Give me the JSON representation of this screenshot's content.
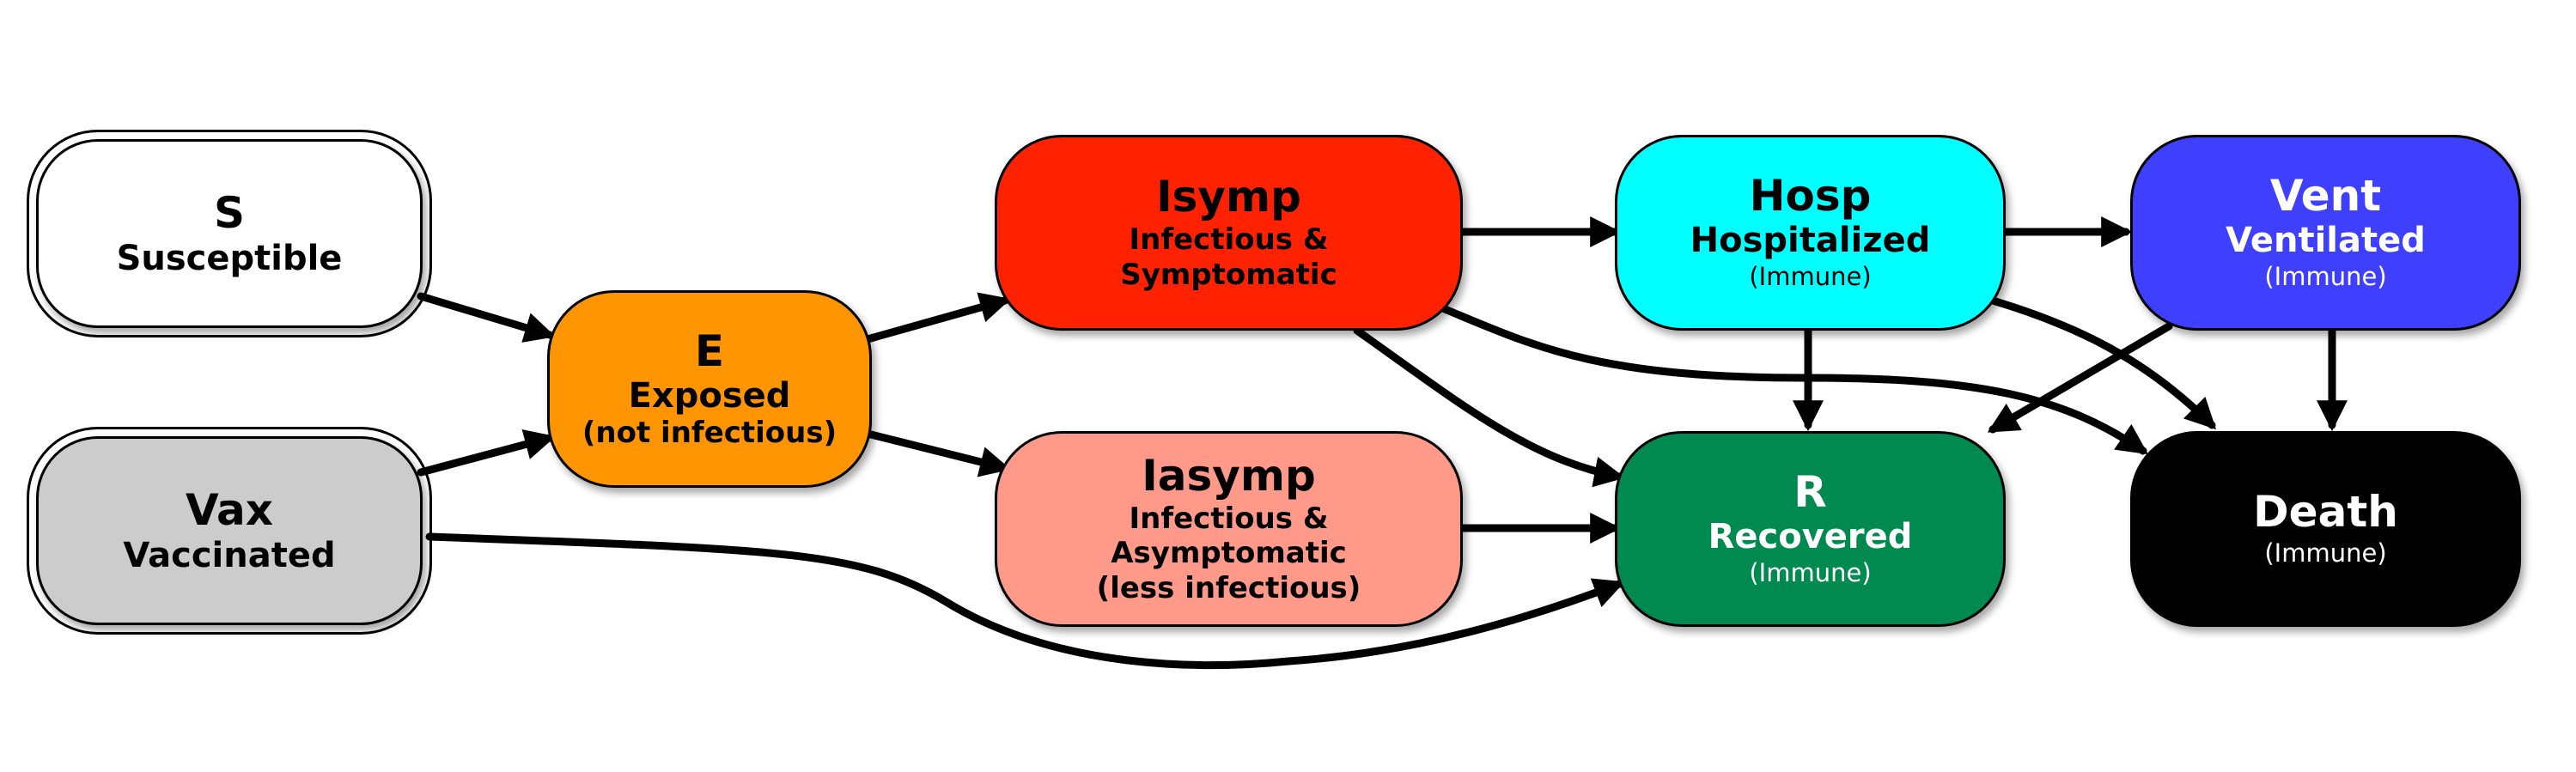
{
  "nodes": {
    "s": {
      "title": "S",
      "sub": "Susceptible",
      "color": "#ffffff",
      "text_color": "#000000"
    },
    "vax": {
      "title": "Vax",
      "sub": "Vaccinated",
      "color": "#cccccc",
      "text_color": "#000000"
    },
    "e": {
      "title": "E",
      "sub": "Exposed",
      "note": "(not infectious)",
      "color": "#ff9500",
      "text_color": "#000000"
    },
    "isymp": {
      "title": "Isymp",
      "sub": "Infectious & Symptomatic",
      "color": "#ff2200",
      "text_color": "#000000"
    },
    "iasymp": {
      "title": "Iasymp",
      "sub": "Infectious & Asymptomatic (less infectious)",
      "color": "#ff9a8a",
      "text_color": "#000000"
    },
    "hosp": {
      "title": "Hosp",
      "sub": "Hospitalized",
      "note": "(Immune)",
      "color": "#00ffff",
      "text_color": "#000000"
    },
    "vent": {
      "title": "Vent",
      "sub": "Ventilated",
      "note": "(Immune)",
      "color": "#3f3fff",
      "text_color": "#ffffff"
    },
    "r": {
      "title": "R",
      "sub": "Recovered",
      "note": "(Immune)",
      "color": "#008a50",
      "text_color": "#ffffff"
    },
    "death": {
      "title": "Death",
      "note": "(Immune)",
      "color": "#000000",
      "text_color": "#ffffff"
    }
  },
  "arrow_color": "#000000"
}
